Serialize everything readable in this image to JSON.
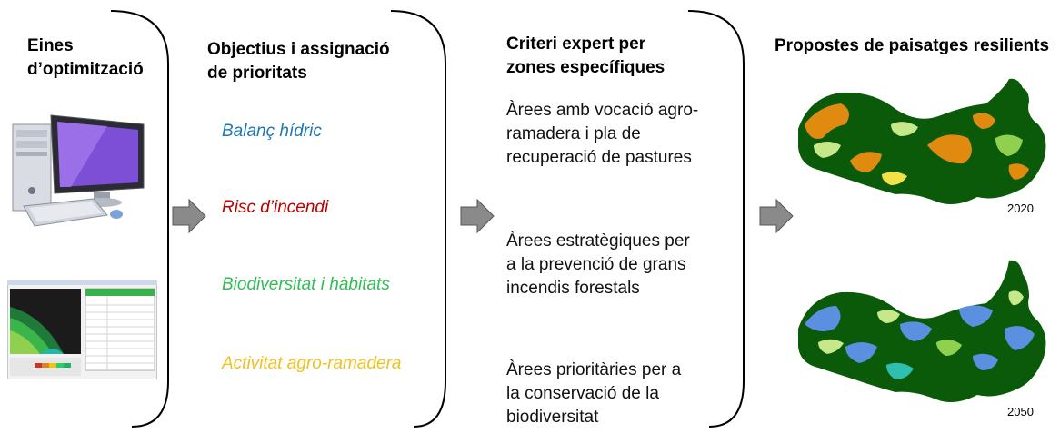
{
  "col1": {
    "heading_line1": "Eines",
    "heading_line2": "d’optimització"
  },
  "col2": {
    "heading_line1": "Objectius i assignació",
    "heading_line2": "de prioritats",
    "items": [
      {
        "label": "Balanç hídric",
        "color": "#1f78b4"
      },
      {
        "label": "Risc d’incendi",
        "color": "#c00000"
      },
      {
        "label": "Biodiversitat i hàbitats",
        "color": "#2fbf55"
      },
      {
        "label": "Activitat agro-ramadera",
        "color": "#f0c020"
      }
    ]
  },
  "col3": {
    "heading_line1": "Criteri expert per",
    "heading_line2": "zones específiques",
    "items": [
      {
        "lines": [
          "Àrees amb vocació agro-",
          "ramadera i pla de",
          "recuperació de pastures"
        ]
      },
      {
        "lines": [
          "Àrees estratègiques per",
          "a la prevenció de grans",
          "incendis forestals"
        ]
      },
      {
        "lines": [
          "Àrees prioritàries per a",
          "la conservació de la",
          "biodiversitat"
        ]
      }
    ]
  },
  "col4": {
    "heading": "Propostes de paisatges resilients",
    "maps": [
      {
        "year": "2020"
      },
      {
        "year": "2050"
      }
    ]
  },
  "icons": [
    "computer-icon",
    "software-screenshot-icon",
    "arrow-right-icon"
  ]
}
